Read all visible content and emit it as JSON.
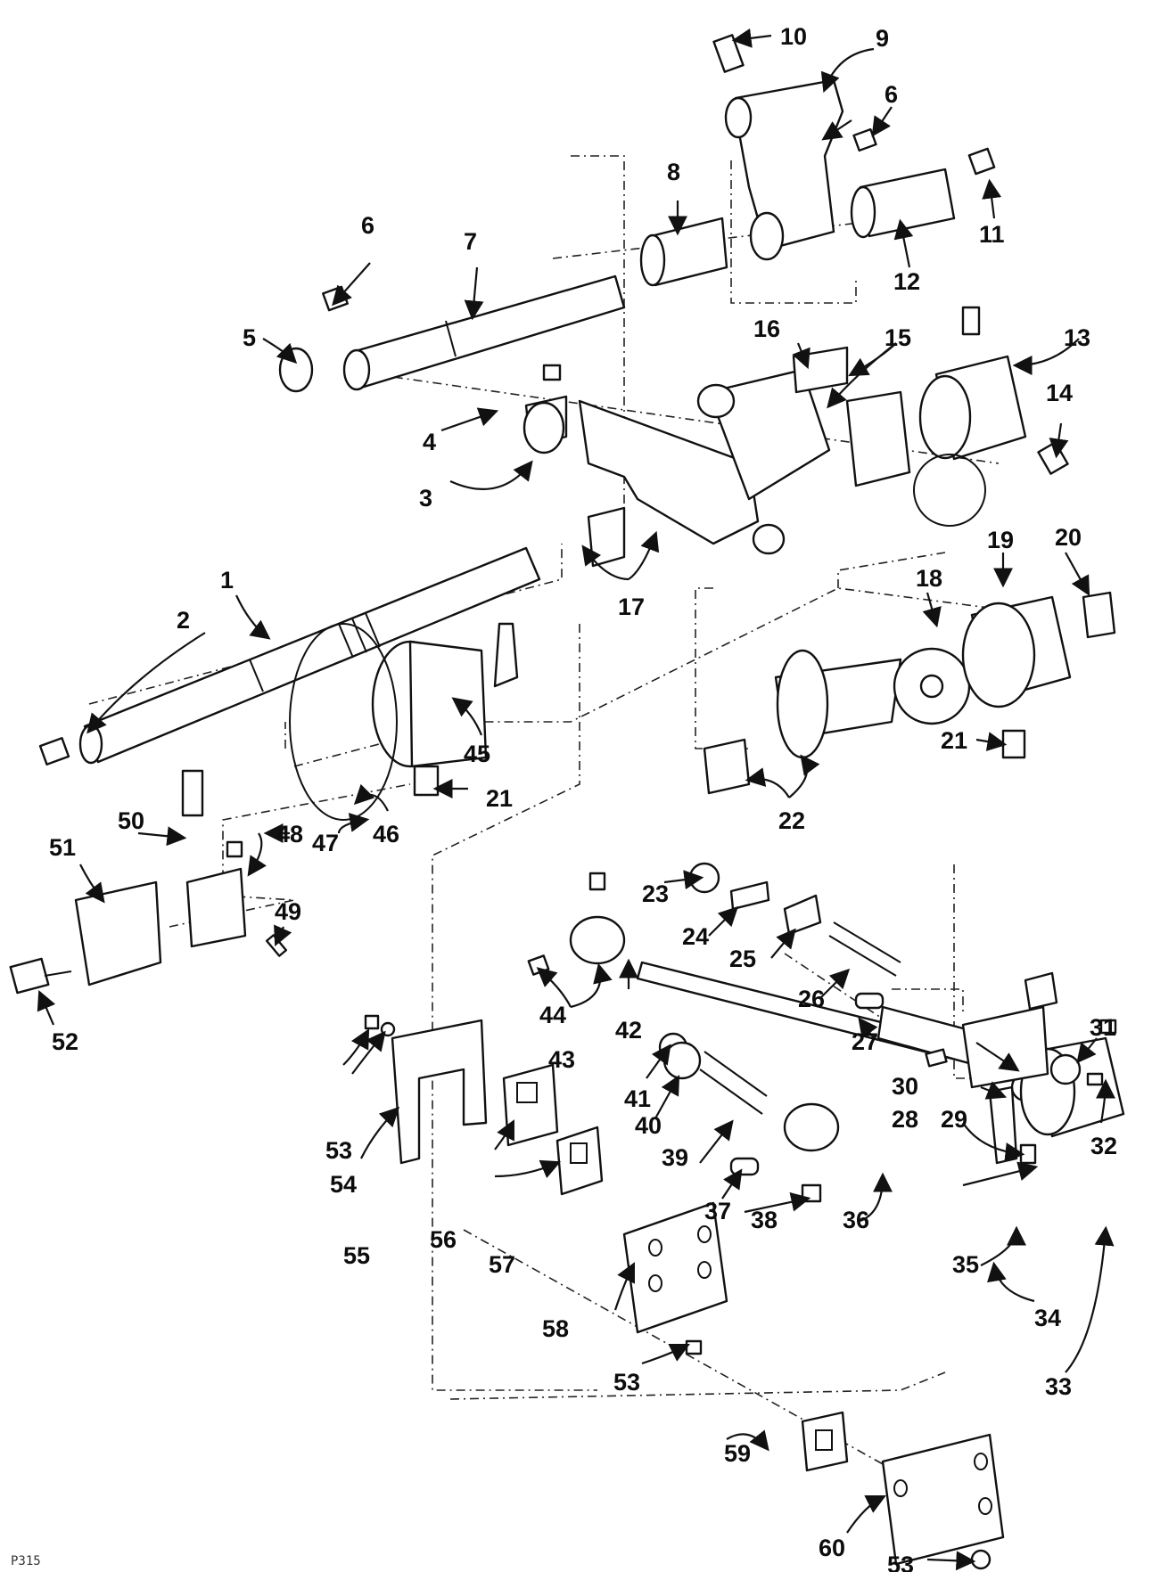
{
  "figure_id": "P315",
  "callouts": [
    "1",
    "2",
    "3",
    "4",
    "5",
    "6",
    "7",
    "8",
    "9",
    "10",
    "11",
    "12",
    "13",
    "14",
    "15",
    "16",
    "17",
    "18",
    "19",
    "20",
    "21",
    "22",
    "23",
    "24",
    "25",
    "26",
    "27",
    "28",
    "29",
    "30",
    "31",
    "32",
    "33",
    "34",
    "35",
    "36",
    "37",
    "38",
    "39",
    "40",
    "41",
    "42",
    "43",
    "44",
    "45",
    "46",
    "47",
    "48",
    "49",
    "50",
    "51",
    "52",
    "53",
    "54",
    "55",
    "56",
    "57",
    "58",
    "59",
    "60"
  ]
}
